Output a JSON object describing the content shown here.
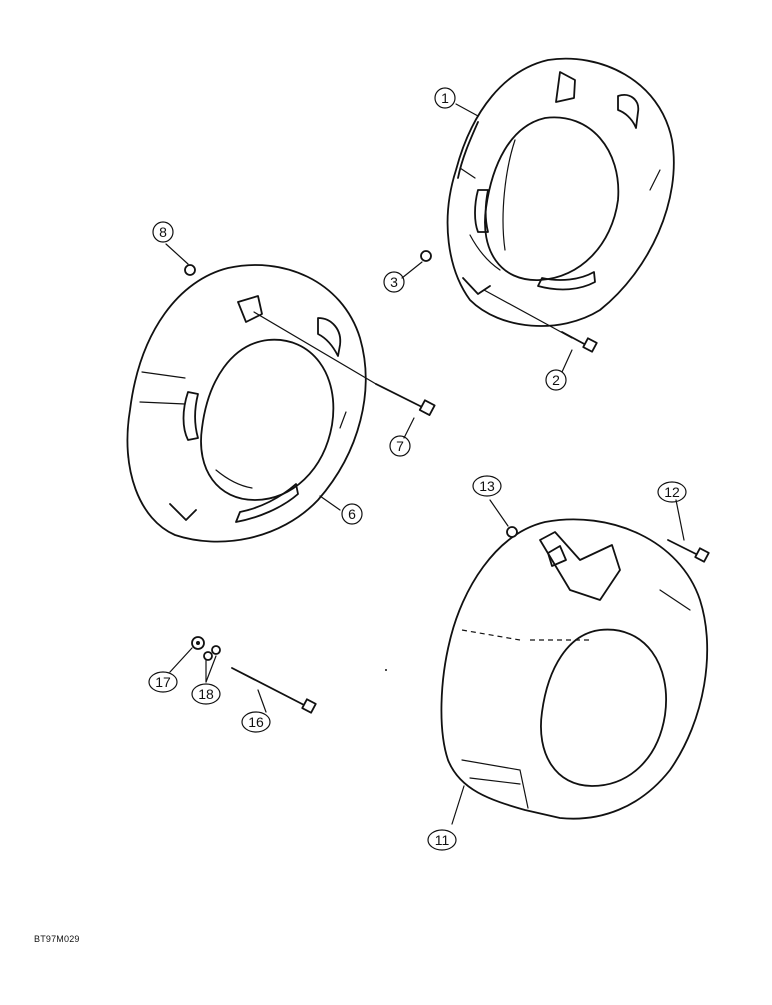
{
  "figure_id": "BT97M029",
  "callouts": [
    {
      "key": "c1",
      "label": "1"
    },
    {
      "key": "c2",
      "label": "2"
    },
    {
      "key": "c3",
      "label": "3"
    },
    {
      "key": "c6",
      "label": "6"
    },
    {
      "key": "c7",
      "label": "7"
    },
    {
      "key": "c8",
      "label": "8"
    },
    {
      "key": "c11",
      "label": "11"
    },
    {
      "key": "c12",
      "label": "12"
    },
    {
      "key": "c13",
      "label": "13"
    },
    {
      "key": "c16",
      "label": "16"
    },
    {
      "key": "c17",
      "label": "17"
    },
    {
      "key": "c18",
      "label": "18"
    }
  ],
  "colors": {
    "ink": "#111111",
    "background": "#ffffff"
  }
}
